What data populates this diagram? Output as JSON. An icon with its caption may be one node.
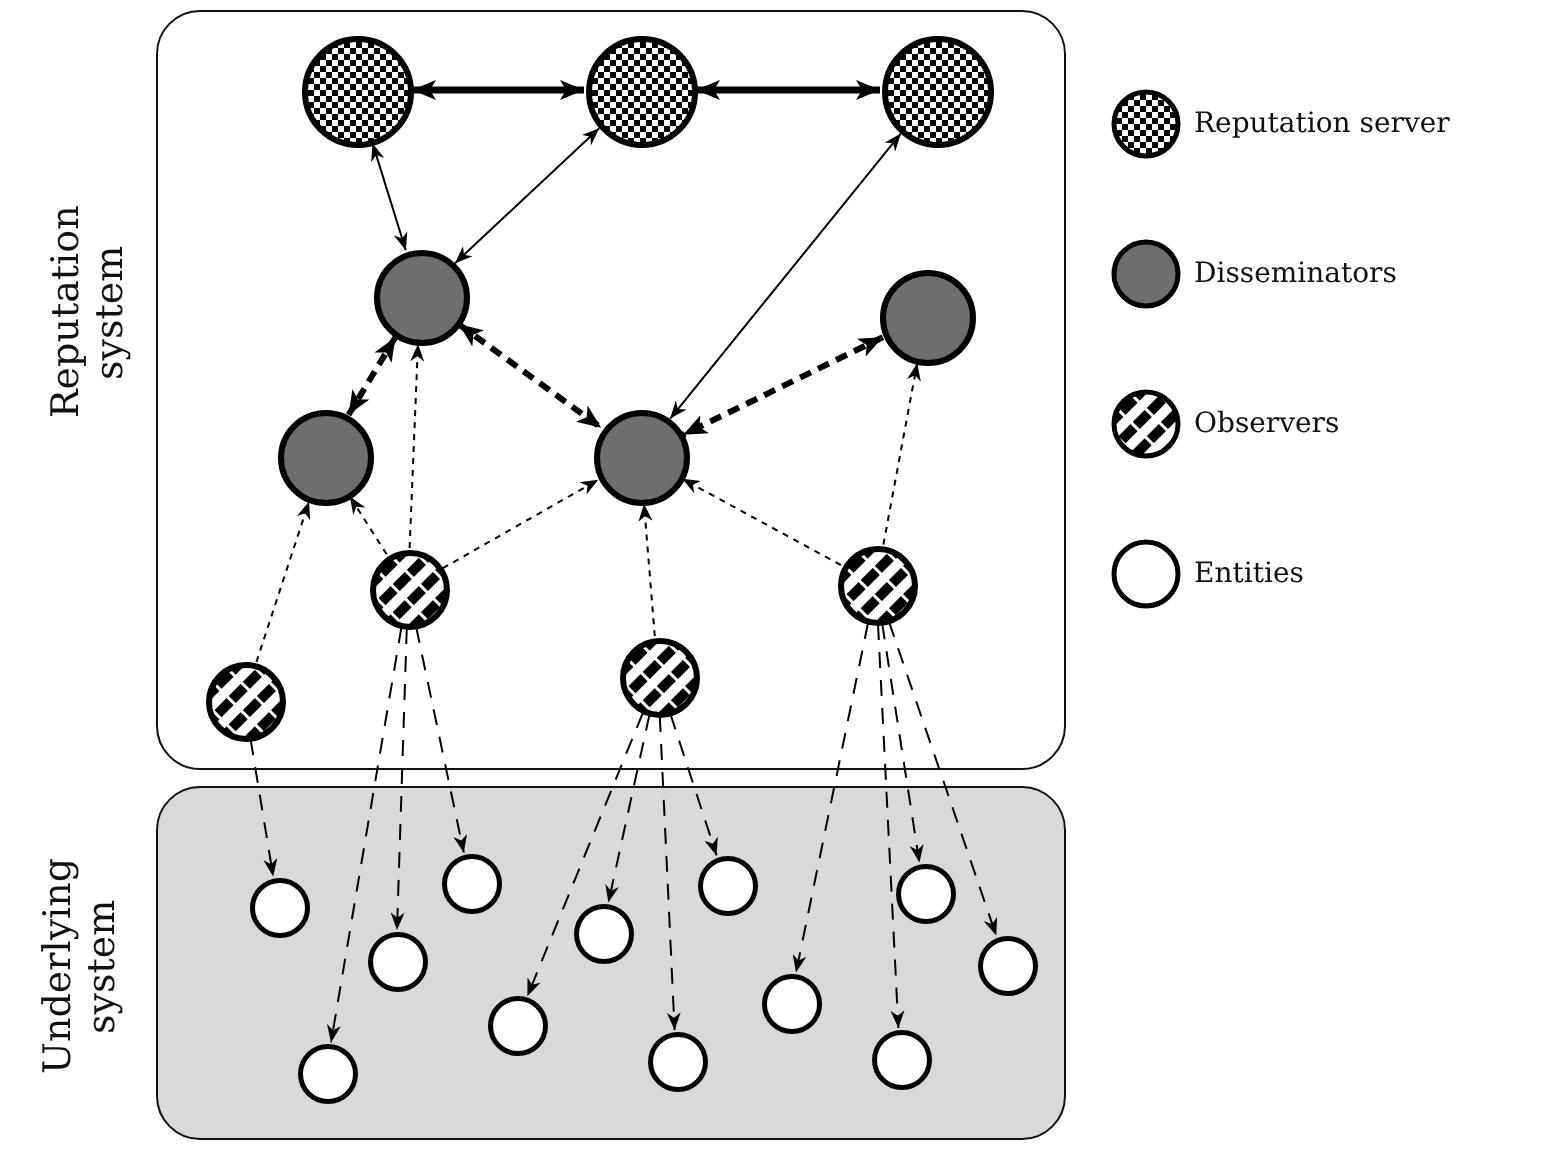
{
  "diagram": {
    "nodes": [
      {
        "text": [
          "Reputation system"
        ]
      },
      {
        "text": [],
        "shape": "circle",
        "in": 0
      },
      {
        "text": [],
        "shape": "circle",
        "in": 0
      },
      {
        "text": [],
        "shape": "circle",
        "in": 0
      },
      {
        "text": [],
        "shape": "circle",
        "in": 0
      },
      {
        "text": [],
        "shape": "circle",
        "in": 0
      },
      {
        "text": [],
        "shape": "circle",
        "in": 0
      },
      {
        "text": [],
        "shape": "circle",
        "in": 0
      },
      {
        "text": [],
        "shape": "circle",
        "in": 0
      },
      {
        "text": [],
        "shape": "circle",
        "in": 0
      },
      {
        "text": [],
        "shape": "circle",
        "in": 0
      },
      {
        "text": [],
        "shape": "circle",
        "in": 0
      },
      {
        "text": [
          "Underlying system"
        ]
      },
      {
        "text": [],
        "shape": "circle",
        "in": 12
      },
      {
        "text": [],
        "shape": "circle",
        "in": 12
      },
      {
        "text": [],
        "shape": "circle",
        "in": 12
      },
      {
        "text": [],
        "shape": "circle",
        "in": 12
      },
      {
        "text": [],
        "shape": "circle",
        "in": 12
      },
      {
        "text": [],
        "shape": "circle",
        "in": 12
      },
      {
        "text": [],
        "shape": "circle",
        "in": 12
      },
      {
        "text": [],
        "shape": "circle",
        "in": 12
      },
      {
        "text": [],
        "shape": "circle",
        "in": 12
      },
      {
        "text": [],
        "shape": "circle",
        "in": 12
      },
      {
        "text": [],
        "shape": "circle",
        "in": 12
      },
      {
        "text": [],
        "shape": "circle",
        "in": 12
      }
    ],
    "edges": [
      {
        "from": 1,
        "to": 2,
        "arrow": "both",
        "style": "thick"
      },
      {
        "from": 2,
        "to": 3,
        "arrow": "both",
        "style": "thick"
      },
      {
        "from": 1,
        "to": 4,
        "arrow": "both"
      },
      {
        "from": 2,
        "to": 4,
        "arrow": "both"
      },
      {
        "from": 3,
        "to": 6,
        "arrow": "both"
      },
      {
        "from": 4,
        "to": 5,
        "arrow": "both",
        "style": "dashed"
      },
      {
        "from": 4,
        "to": 6,
        "arrow": "both",
        "style": "dashed"
      },
      {
        "from": 7,
        "to": 6,
        "arrow": "both",
        "style": "dashed"
      },
      {
        "from": 9,
        "to": 5,
        "arrow": "to",
        "style": "dashed"
      },
      {
        "from": 8,
        "to": 5,
        "arrow": "to",
        "style": "dashed"
      },
      {
        "from": 8,
        "to": 4,
        "arrow": "to",
        "style": "dashed"
      },
      {
        "from": 8,
        "to": 6,
        "arrow": "to",
        "style": "dashed"
      },
      {
        "from": 10,
        "to": 6,
        "arrow": "to",
        "style": "dashed"
      },
      {
        "from": 11,
        "to": 6,
        "arrow": "to",
        "style": "dashed"
      },
      {
        "from": 11,
        "to": 7,
        "arrow": "to",
        "style": "dashed"
      },
      {
        "from": 9,
        "to": 13,
        "arrow": "to",
        "style": "dashed"
      },
      {
        "from": 8,
        "to": 14,
        "arrow": "to",
        "style": "dashed"
      },
      {
        "from": 8,
        "to": 15,
        "arrow": "to",
        "style": "dashed"
      },
      {
        "from": 8,
        "to": 16,
        "arrow": "to",
        "style": "dashed"
      },
      {
        "from": 10,
        "to": 17,
        "arrow": "to",
        "style": "dashed"
      },
      {
        "from": 10,
        "to": 18,
        "arrow": "to",
        "style": "dashed"
      },
      {
        "from": 10,
        "to": 19,
        "arrow": "to",
        "style": "dashed"
      },
      {
        "from": 10,
        "to": 20,
        "arrow": "to",
        "style": "dashed"
      },
      {
        "from": 11,
        "to": 21,
        "arrow": "to",
        "style": "dashed"
      },
      {
        "from": 11,
        "to": 22,
        "arrow": "to",
        "style": "dashed"
      },
      {
        "from": 11,
        "to": 23,
        "arrow": "to",
        "style": "dashed"
      },
      {
        "from": 11,
        "to": 24,
        "arrow": "to",
        "style": "dashed"
      }
    ],
    "legend": [
      {
        "text": "Reputation server"
      },
      {
        "text": "Disseminators"
      },
      {
        "text": "Observers"
      },
      {
        "text": "Entities"
      }
    ]
  }
}
